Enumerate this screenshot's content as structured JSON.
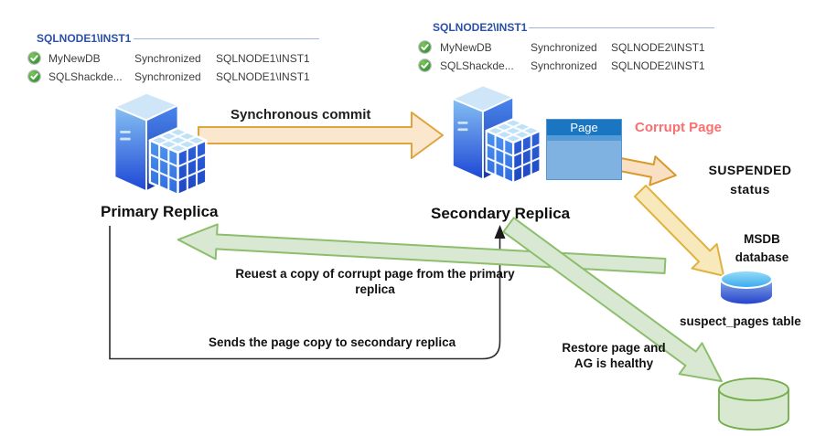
{
  "left_panel": {
    "title": "SQLNODE1\\INST1",
    "rows": [
      {
        "db": "MyNewDB",
        "state": "Synchronized",
        "instance": "SQLNODE1\\INST1"
      },
      {
        "db": "SQLShackde...",
        "state": "Synchronized",
        "instance": "SQLNODE1\\INST1"
      }
    ]
  },
  "right_panel": {
    "title": "SQLNODE2\\INST1",
    "rows": [
      {
        "db": "MyNewDB",
        "state": "Synchronized",
        "instance": "SQLNODE2\\INST1"
      },
      {
        "db": "SQLShackde...",
        "state": "Synchronized",
        "instance": "SQLNODE2\\INST1"
      }
    ]
  },
  "nodes": {
    "primary_label": "Primary Replica",
    "secondary_label": "Secondary Replica"
  },
  "page_box": {
    "label": "Page"
  },
  "annotations": {
    "sync_commit": "Synchronous commit",
    "corrupt_page": "Corrupt Page",
    "suspended_line1": "SUSPENDED",
    "suspended_line2": "status",
    "msdb_line1": "MSDB",
    "msdb_line2": "database",
    "suspect_pages": "suspect_pages table",
    "request_line1": "Reuest a copy of corrupt page from the primary",
    "request_line2": "replica",
    "sends_copy": "Sends the page copy to secondary replica",
    "restore_line1": "Restore page and",
    "restore_line2": "AG is healthy"
  },
  "colors": {
    "node_title_blue": "#2b50a8",
    "orange_arrow_fill": "#fae7ce",
    "orange_arrow_stroke": "#dfa43c",
    "green_arrow_fill": "#d9e8d2",
    "green_arrow_stroke": "#8cbe6c",
    "corrupt_red": "#fa7070",
    "page_header_blue": "#1b76c2",
    "status_check_green": "#2f8f2f"
  }
}
